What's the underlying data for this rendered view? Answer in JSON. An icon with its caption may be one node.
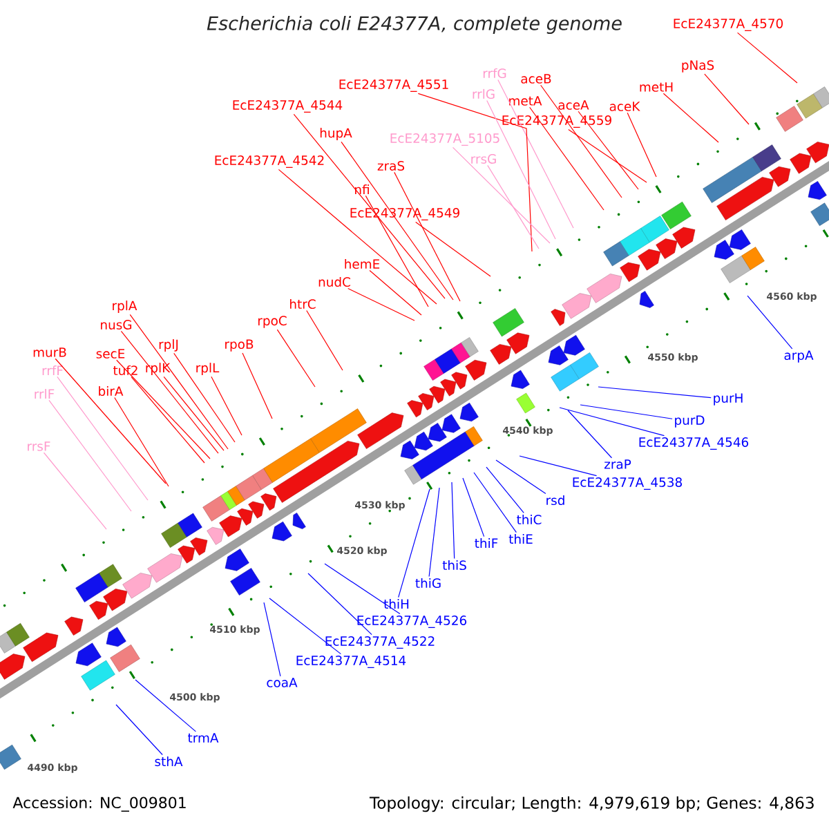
{
  "diagram": {
    "title": "Escherichia coli E24377A, complete genome",
    "nodes": [
      {
        "text": [
          "EcE24377A_4570"
        ]
      },
      {
        "text": [
          "pNaS"
        ]
      },
      {
        "text": [
          "rrfG"
        ]
      },
      {
        "text": [
          "aceB"
        ]
      },
      {
        "text": [
          "EcE24377A_4551"
        ]
      },
      {
        "text": [
          "metH"
        ]
      },
      {
        "text": [
          "rrlG"
        ]
      },
      {
        "text": [
          "metA"
        ]
      },
      {
        "text": [
          "aceA"
        ]
      },
      {
        "text": [
          "aceK"
        ]
      },
      {
        "text": [
          "EcE24377A_4544"
        ]
      },
      {
        "text": [
          "EcE24377A_4559"
        ]
      },
      {
        "text": [
          "hupA"
        ]
      },
      {
        "text": [
          "EcE24377A_5105"
        ]
      },
      {
        "text": [
          "EcE24377A_4542"
        ]
      },
      {
        "text": [
          "zraS"
        ]
      },
      {
        "text": [
          "rrsG"
        ]
      },
      {
        "text": [
          "nfi"
        ]
      },
      {
        "text": [
          "EcE24377A_4549"
        ]
      },
      {
        "text": [
          "hemE"
        ]
      },
      {
        "text": [
          "nudC"
        ]
      },
      {
        "text": [
          "htrC"
        ]
      },
      {
        "text": [
          "rplA"
        ]
      },
      {
        "text": [
          "rpoC"
        ]
      },
      {
        "text": [
          "nusG"
        ]
      },
      {
        "text": [
          "rplJ"
        ]
      },
      {
        "text": [
          "rpoB"
        ]
      },
      {
        "text": [
          "secE"
        ]
      },
      {
        "text": [
          "murB"
        ]
      },
      {
        "text": [
          "rplK"
        ]
      },
      {
        "text": [
          "tuf2"
        ]
      },
      {
        "text": [
          "rplL"
        ]
      },
      {
        "text": [
          "rrfF"
        ]
      },
      {
        "text": [
          "birA"
        ]
      },
      {
        "text": [
          "rrlF"
        ]
      },
      {
        "text": [
          "rrsF"
        ]
      },
      {
        "text": [
          "arpA"
        ]
      },
      {
        "text": [
          "purH"
        ]
      },
      {
        "text": [
          "purD"
        ]
      },
      {
        "text": [
          "EcE24377A_4546"
        ]
      },
      {
        "text": [
          "zraP"
        ]
      },
      {
        "text": [
          "EcE24377A_4538"
        ]
      },
      {
        "text": [
          "rsd"
        ]
      },
      {
        "text": [
          "thiC"
        ]
      },
      {
        "text": [
          "thiE"
        ]
      },
      {
        "text": [
          "thiF"
        ]
      },
      {
        "text": [
          "thiS"
        ]
      },
      {
        "text": [
          "thiG"
        ]
      },
      {
        "text": [
          "thiH"
        ]
      },
      {
        "text": [
          "EcE24377A_4526"
        ]
      },
      {
        "text": [
          "EcE24377A_4522"
        ]
      },
      {
        "text": [
          "EcE24377A_4514"
        ]
      },
      {
        "text": [
          "coaA"
        ]
      },
      {
        "text": [
          "trmA"
        ]
      },
      {
        "text": [
          "sthA"
        ]
      }
    ],
    "edges": [
      {
        "from": 0,
        "to": null,
        "arrow": "none"
      },
      {
        "from": 1,
        "to": null,
        "arrow": "none"
      },
      {
        "from": 2,
        "to": null,
        "arrow": "none",
        "color": "#ff99cc"
      },
      {
        "from": 3,
        "to": null,
        "arrow": "none"
      },
      {
        "from": 4,
        "to": null,
        "arrow": "none"
      },
      {
        "from": 5,
        "to": null,
        "arrow": "none"
      },
      {
        "from": 6,
        "to": null,
        "arrow": "none",
        "color": "#ff99cc"
      },
      {
        "from": 7,
        "to": null,
        "arrow": "none"
      },
      {
        "from": 8,
        "to": null,
        "arrow": "none"
      },
      {
        "from": 9,
        "to": null,
        "arrow": "none"
      },
      {
        "from": 10,
        "to": null,
        "arrow": "none"
      },
      {
        "from": 11,
        "to": null,
        "arrow": "none"
      },
      {
        "from": 12,
        "to": null,
        "arrow": "none"
      },
      {
        "from": 13,
        "to": null,
        "arrow": "none",
        "color": "#ff99cc"
      },
      {
        "from": 14,
        "to": null,
        "arrow": "none"
      },
      {
        "from": 15,
        "to": null,
        "arrow": "none"
      },
      {
        "from": 16,
        "to": null,
        "arrow": "none",
        "color": "#ff99cc"
      },
      {
        "from": 17,
        "to": null,
        "arrow": "none"
      },
      {
        "from": 18,
        "to": null,
        "arrow": "none"
      },
      {
        "from": 19,
        "to": null,
        "arrow": "none"
      },
      {
        "from": 20,
        "to": null,
        "arrow": "none"
      },
      {
        "from": 21,
        "to": null,
        "arrow": "none"
      },
      {
        "from": 22,
        "to": null,
        "arrow": "none"
      },
      {
        "from": 23,
        "to": null,
        "arrow": "none"
      },
      {
        "from": 24,
        "to": null,
        "arrow": "none"
      },
      {
        "from": 25,
        "to": null,
        "arrow": "none"
      },
      {
        "from": 26,
        "to": null,
        "arrow": "none"
      },
      {
        "from": 27,
        "to": null,
        "arrow": "none"
      },
      {
        "from": 28,
        "to": null,
        "arrow": "none"
      },
      {
        "from": 29,
        "to": null,
        "arrow": "none"
      },
      {
        "from": 30,
        "to": null,
        "arrow": "none"
      },
      {
        "from": 31,
        "to": null,
        "arrow": "none"
      },
      {
        "from": 32,
        "to": null,
        "arrow": "none",
        "color": "#ff99cc"
      },
      {
        "from": 33,
        "to": null,
        "arrow": "none"
      },
      {
        "from": 34,
        "to": null,
        "arrow": "none",
        "color": "#ff99cc"
      },
      {
        "from": 35,
        "to": null,
        "arrow": "none",
        "color": "#ff99cc"
      },
      {
        "from": 36,
        "to": null,
        "arrow": "none",
        "color": "#0000ff"
      },
      {
        "from": 37,
        "to": null,
        "arrow": "none",
        "color": "#0000ff"
      },
      {
        "from": 38,
        "to": null,
        "arrow": "none",
        "color": "#0000ff"
      },
      {
        "from": 39,
        "to": null,
        "arrow": "none",
        "color": "#0000ff"
      },
      {
        "from": 40,
        "to": null,
        "arrow": "none",
        "color": "#0000ff"
      },
      {
        "from": 41,
        "to": null,
        "arrow": "none",
        "color": "#0000ff"
      },
      {
        "from": 42,
        "to": null,
        "arrow": "none",
        "color": "#0000ff"
      },
      {
        "from": 43,
        "to": null,
        "arrow": "none",
        "color": "#0000ff"
      },
      {
        "from": 44,
        "to": null,
        "arrow": "none",
        "color": "#0000ff"
      },
      {
        "from": 45,
        "to": null,
        "arrow": "none",
        "color": "#0000ff"
      },
      {
        "from": 46,
        "to": null,
        "arrow": "none",
        "color": "#0000ff"
      },
      {
        "from": 47,
        "to": null,
        "arrow": "none",
        "color": "#0000ff"
      },
      {
        "from": 48,
        "to": null,
        "arrow": "none",
        "color": "#0000ff"
      },
      {
        "from": 49,
        "to": null,
        "arrow": "none",
        "color": "#0000ff"
      },
      {
        "from": 50,
        "to": null,
        "arrow": "none",
        "color": "#0000ff"
      },
      {
        "from": 51,
        "to": null,
        "arrow": "none",
        "color": "#0000ff"
      },
      {
        "from": 52,
        "to": null,
        "arrow": "none",
        "color": "#0000ff"
      },
      {
        "from": 53,
        "to": null,
        "arrow": "none",
        "color": "#0000ff"
      },
      {
        "from": 54,
        "to": null,
        "arrow": "none",
        "color": "#0000ff"
      }
    ],
    "labels": [
      "4560 kbp",
      "4550 kbp",
      "4540 kbp",
      "4530 kbp",
      "4520 kbp",
      "4510 kbp",
      "4500 kbp",
      "4490 kbp",
      "Accession: NC_009801",
      "Topology: circular; Length: 4,979,619 bp; Genes: 4,863"
    ]
  }
}
